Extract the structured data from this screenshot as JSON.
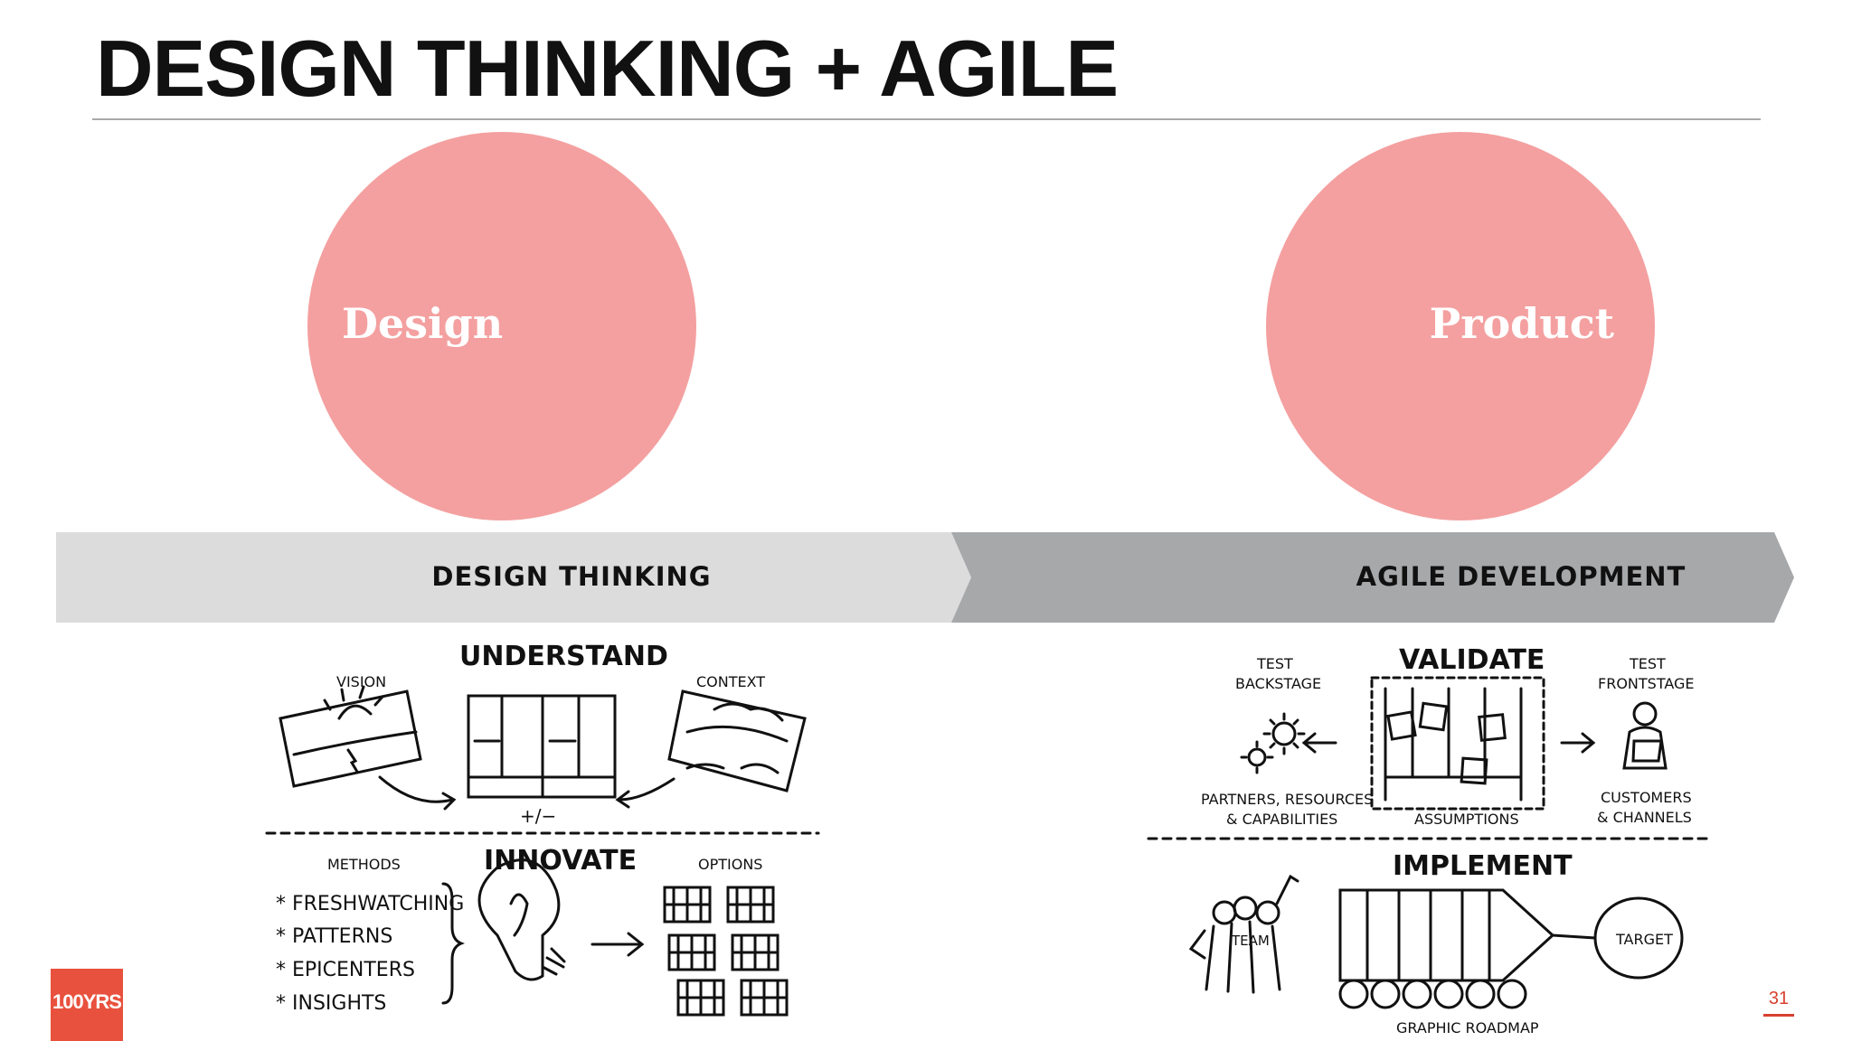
{
  "slide": {
    "title": "DESIGN THINKING + AGILE",
    "page_number": "31",
    "logo_text": "100YRS"
  },
  "circles": {
    "design": "Design",
    "product": "Product",
    "color": "#f4a0a0"
  },
  "banner": {
    "design_thinking": "DESIGN THINKING",
    "agile_development": "AGILE DEVELOPMENT",
    "light_color": "#dcdcdd",
    "dark_color": "#a7a8aa"
  },
  "sketch_left": {
    "understand": "UNDERSTAND",
    "vision": "VISION",
    "context": "CONTEXT",
    "plus_minus": "+/−",
    "innovate": "INNOVATE",
    "methods": "METHODS",
    "options": "OPTIONS",
    "method_items": [
      "* FRESHWATCHING",
      "* PATTERNS",
      "* EPICENTERS",
      "* INSIGHTS"
    ]
  },
  "sketch_right": {
    "validate": "VALIDATE",
    "test_backstage": [
      "TEST",
      "BACKSTAGE"
    ],
    "test_frontstage": [
      "TEST",
      "FRONTSTAGE"
    ],
    "partners": [
      "PARTNERS, RESOURCES",
      "& CAPABILITIES"
    ],
    "assumptions": "ASSUMPTIONS",
    "customers": [
      "CUSTOMERS",
      "& CHANNELS"
    ],
    "implement": "IMPLEMENT",
    "team": "TEAM",
    "target": "TARGET",
    "graphic_roadmap": "GRAPHIC ROADMAP"
  }
}
